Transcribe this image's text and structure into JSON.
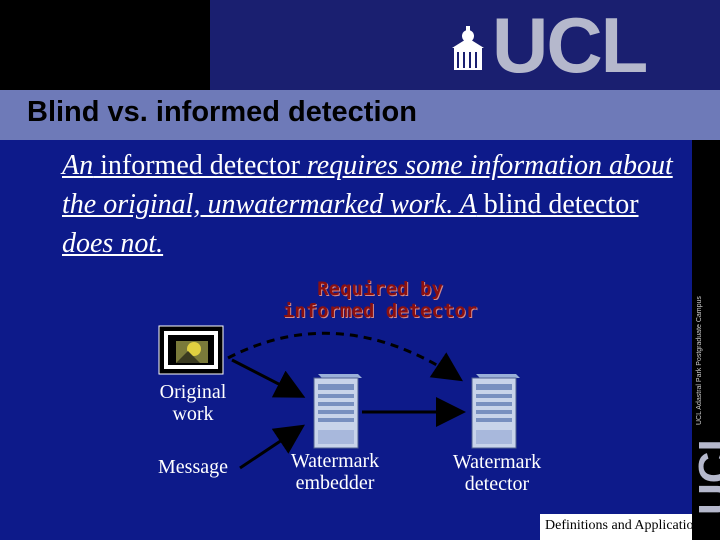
{
  "header": {
    "logo_text": "UCL",
    "title": "Blind vs. informed detection"
  },
  "sidebar": {
    "vertical_caption": "UCL Adastral Park Postgraduate Campus",
    "logo_text": "UCL"
  },
  "definition": {
    "p1": "An",
    "p2": " informed detector ",
    "p3": "requires some information about the original, unwatermarked work.  A",
    "p4": " blind detector ",
    "p5": "does not."
  },
  "diagram": {
    "required_line1": "Required by",
    "required_line2": "informed detector",
    "original_line1": "Original",
    "original_line2": "work",
    "message": "Message",
    "embedder_line1": "Watermark",
    "embedder_line2": "embedder",
    "detector_line1": "Watermark",
    "detector_line2": "detector"
  },
  "footer": {
    "text": "Definitions and Applications"
  }
}
